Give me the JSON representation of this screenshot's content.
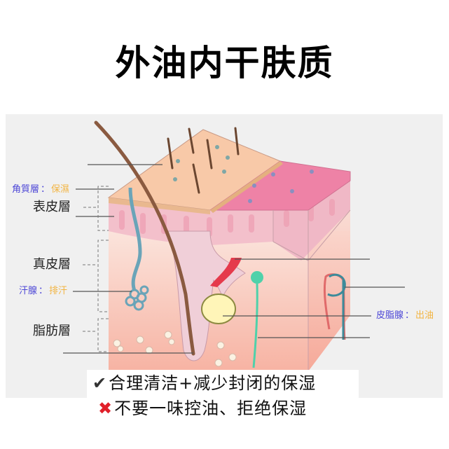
{
  "title": "外油内干肤质",
  "diagram": {
    "layers": {
      "stratum_corneum": {
        "key": "角質層",
        "separator": "：",
        "value": "保濕"
      },
      "epidermis": "表皮層",
      "dermis": "真皮層",
      "sweat_gland": {
        "key": "汗腺",
        "separator": "：",
        "value": "排汗"
      },
      "subcutaneous": "脂肪層",
      "sebaceous_gland": {
        "key": "皮脂腺",
        "separator": "：",
        "value": "出油"
      }
    },
    "colors": {
      "label_key": "#4b45d6",
      "label_value": "#f2b441",
      "panel_bg": "#f0f0f0",
      "skin_top": "#f8c9a8",
      "skin_pink_top": "#ee7fa4",
      "epidermis": "#f3c1cc",
      "dermis": "#f8d3c9",
      "fat": "#f6b5a6"
    }
  },
  "captions": [
    {
      "icon": "✔",
      "icon_name": "check-icon",
      "text": "合理清洁+减少封闭的保湿"
    },
    {
      "icon": "✖",
      "icon_name": "cross-icon",
      "text": "不要一味控油、拒绝保湿"
    }
  ]
}
